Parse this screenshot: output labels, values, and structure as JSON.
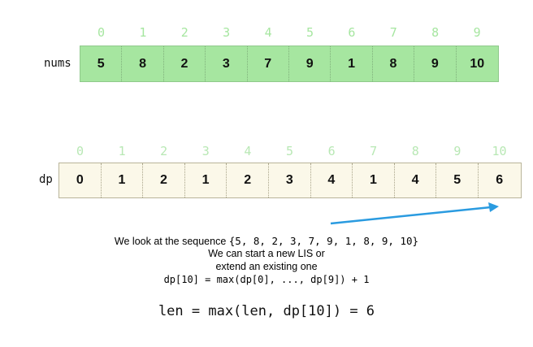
{
  "nums": {
    "label": "nums",
    "indices": [
      "0",
      "1",
      "2",
      "3",
      "4",
      "5",
      "6",
      "7",
      "8",
      "9"
    ],
    "values": [
      "5",
      "8",
      "2",
      "3",
      "7",
      "9",
      "1",
      "8",
      "9",
      "10"
    ]
  },
  "dp": {
    "label": "dp",
    "indices": [
      "0",
      "1",
      "2",
      "3",
      "4",
      "5",
      "6",
      "7",
      "8",
      "9",
      "10"
    ],
    "values": [
      "0",
      "1",
      "2",
      "1",
      "2",
      "3",
      "4",
      "1",
      "4",
      "5",
      "6"
    ]
  },
  "annotation": {
    "line1_text": "We look at the sequence ",
    "line1_seq": "{5, 8, 2, 3, 7, 9, 1, 8, 9, 10}",
    "line2": "We can start a new LIS or",
    "line3": "extend an existing one",
    "line4": "dp[10] = max(dp[0], ..., dp[9]) + 1"
  },
  "result": "len = max(len, dp[10]) = 6",
  "colors": {
    "nums_fill": "#a6e6a0",
    "dp_fill": "#fbf8e9",
    "index_green": "#a6e6a0",
    "arrow": "#2a9be0"
  }
}
